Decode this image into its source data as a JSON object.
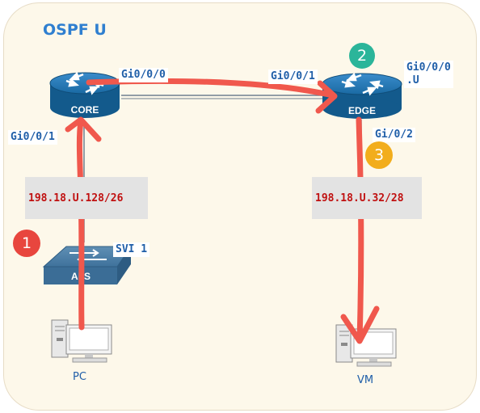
{
  "title": "OSPF U",
  "devices": {
    "core": {
      "label": "CORE",
      "icon": "router-icon"
    },
    "edge": {
      "label": "EDGE",
      "icon": "router-icon"
    },
    "switch": {
      "label": "ALS",
      "icon": "switch-icon"
    },
    "pc": {
      "label": "PC",
      "icon": "workstation-icon"
    },
    "vm": {
      "label": "VM",
      "icon": "workstation-icon"
    }
  },
  "interfaces": {
    "core_gi000": "Gi0/0/0",
    "core_gi001": "Gi0/0/1",
    "edge_gi001": "Gi0/0/1",
    "edge_gi000_line1": "Gi0/0/0",
    "edge_gi000_line2": ".U",
    "edge_gi02": "Gi/0/2",
    "switch_svi": "SVI 1"
  },
  "subnets": {
    "left": "198.18.U.128/26",
    "right": "198.18.U.32/28"
  },
  "steps": [
    {
      "number": "1",
      "color": "#e8463e"
    },
    {
      "number": "2",
      "color": "#2bb59a"
    },
    {
      "number": "3",
      "color": "#f2ad1c"
    }
  ],
  "colors": {
    "router_fill": "#1d6fa5",
    "path_arrow": "#f0584d",
    "panel_bg": "#fdf8ea",
    "label_blue": "#1f5ea8",
    "subnet_red": "#c01010"
  }
}
